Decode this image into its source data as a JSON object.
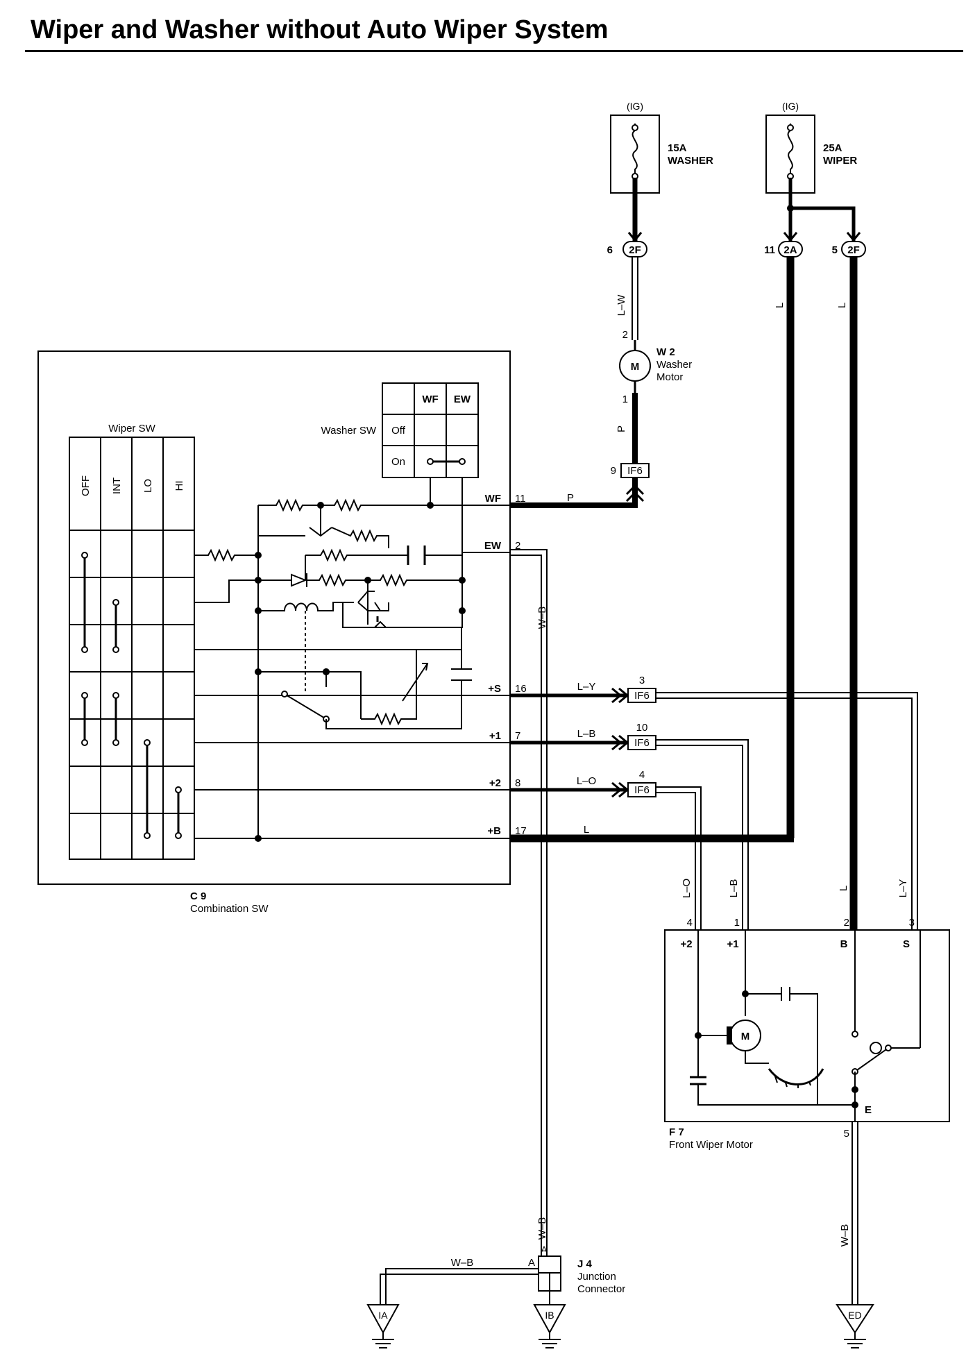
{
  "title": "Wiper and Washer without Auto Wiper System",
  "fuses": {
    "washer": {
      "source": "(IG)",
      "rating": "15A",
      "name": "WASHER"
    },
    "wiper": {
      "source": "(IG)",
      "rating": "25A",
      "name": "WIPER"
    }
  },
  "connectors": {
    "c2f_washer": {
      "pin": "6",
      "code": "2F"
    },
    "c2a": {
      "pin": "11",
      "code": "2A"
    },
    "c2f_wiper": {
      "pin": "5",
      "code": "2F"
    },
    "if6_p": {
      "pin": "9",
      "code": "IF6"
    },
    "if6_s": {
      "pin": "3",
      "code": "IF6"
    },
    "if6_1": {
      "pin": "10",
      "code": "IF6"
    },
    "if6_2": {
      "pin": "4",
      "code": "IF6"
    }
  },
  "wire_colors": {
    "lw": "L–W",
    "p1": "P",
    "p2": "P",
    "wb1": "W–B",
    "l1": "L",
    "l2": "L",
    "ly": "L–Y",
    "lb": "L–B",
    "lo": "L–O",
    "l3": "L",
    "lo_v": "L–O",
    "lb_v": "L–B",
    "l_v": "L",
    "ly_v": "L–Y",
    "wb2": "W–B",
    "wb3": "W–B",
    "wb4": "W–B"
  },
  "washer_motor": {
    "code": "W 2",
    "name1": "Washer",
    "name2": "Motor",
    "pin_top": "2",
    "pin_bot": "1",
    "symbol": "M"
  },
  "combination_sw": {
    "code": "C 9",
    "name": "Combination SW",
    "wiper_sw_label": "Wiper SW",
    "positions": [
      "OFF",
      "INT",
      "LO",
      "HI"
    ],
    "washer_sw_label": "Washer SW",
    "washer_cols": [
      "WF",
      "EW"
    ],
    "washer_rows": [
      "Off",
      "On"
    ],
    "terminals": [
      {
        "name": "WF",
        "pin": "11"
      },
      {
        "name": "EW",
        "pin": "2"
      },
      {
        "name": "+S",
        "pin": "16"
      },
      {
        "name": "+1",
        "pin": "7"
      },
      {
        "name": "+2",
        "pin": "8"
      },
      {
        "name": "+B",
        "pin": "17"
      }
    ]
  },
  "front_wiper_motor": {
    "code": "F 7",
    "name": "Front Wiper Motor",
    "symbol": "M",
    "terms": [
      "+2",
      "+1",
      "B",
      "S",
      "E"
    ],
    "pins": [
      "4",
      "1",
      "2",
      "3",
      "5"
    ]
  },
  "junction": {
    "code": "J 4",
    "name1": "Junction",
    "name2": "Connector",
    "pin_a1": "A",
    "pin_a2": "A"
  },
  "grounds": [
    "IA",
    "IB",
    "ED"
  ]
}
